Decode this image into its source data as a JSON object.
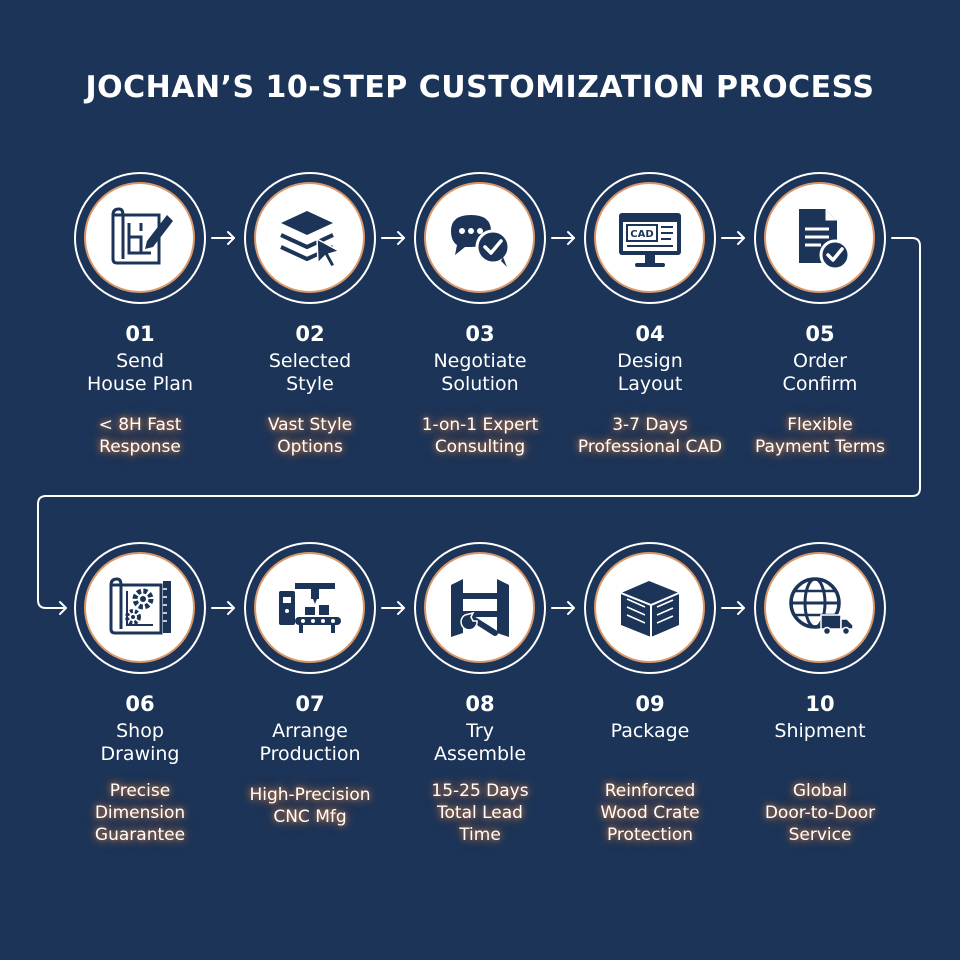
{
  "title": "JOCHAN’S 10-STEP CUSTOMIZATION PROCESS",
  "colors": {
    "background": "#1b3458",
    "ring": "#ffffff",
    "accent": "#d9986a",
    "icon": "#1b3458",
    "glow": "#e68c46"
  },
  "steps": [
    {
      "number": "01",
      "name": "Send\nHouse Plan",
      "desc": "< 8H Fast\nResponse",
      "icon": "blueprint-pencil-icon"
    },
    {
      "number": "02",
      "name": "Selected\nStyle",
      "desc": "Vast Style\nOptions",
      "icon": "layers-cursor-icon"
    },
    {
      "number": "03",
      "name": "Negotiate\nSolution",
      "desc": "1-on-1 Expert\nConsulting",
      "icon": "chat-check-icon"
    },
    {
      "number": "04",
      "name": "Design\nLayout",
      "desc": "3-7 Days\nProfessional CAD",
      "icon": "cad-monitor-icon",
      "icon_text": "CAD"
    },
    {
      "number": "05",
      "name": "Order\nConfirm",
      "desc": "Flexible\nPayment Terms",
      "icon": "document-check-icon"
    },
    {
      "number": "06",
      "name": "Shop\nDrawing",
      "desc": "Precise\nDimension\nGuarantee",
      "icon": "blueprint-gears-icon"
    },
    {
      "number": "07",
      "name": "Arrange\nProduction",
      "desc": "High-Precision\nCNC Mfg",
      "icon": "cnc-machine-icon"
    },
    {
      "number": "08",
      "name": "Try\nAssemble",
      "desc": "15-25 Days\nTotal Lead\nTime",
      "icon": "frame-wrench-icon"
    },
    {
      "number": "09",
      "name": "Package",
      "desc": "Reinforced\nWood Crate\nProtection",
      "icon": "wood-crate-icon"
    },
    {
      "number": "10",
      "name": "Shipment",
      "desc": "Global\nDoor-to-Door\nService",
      "icon": "globe-truck-icon"
    }
  ]
}
